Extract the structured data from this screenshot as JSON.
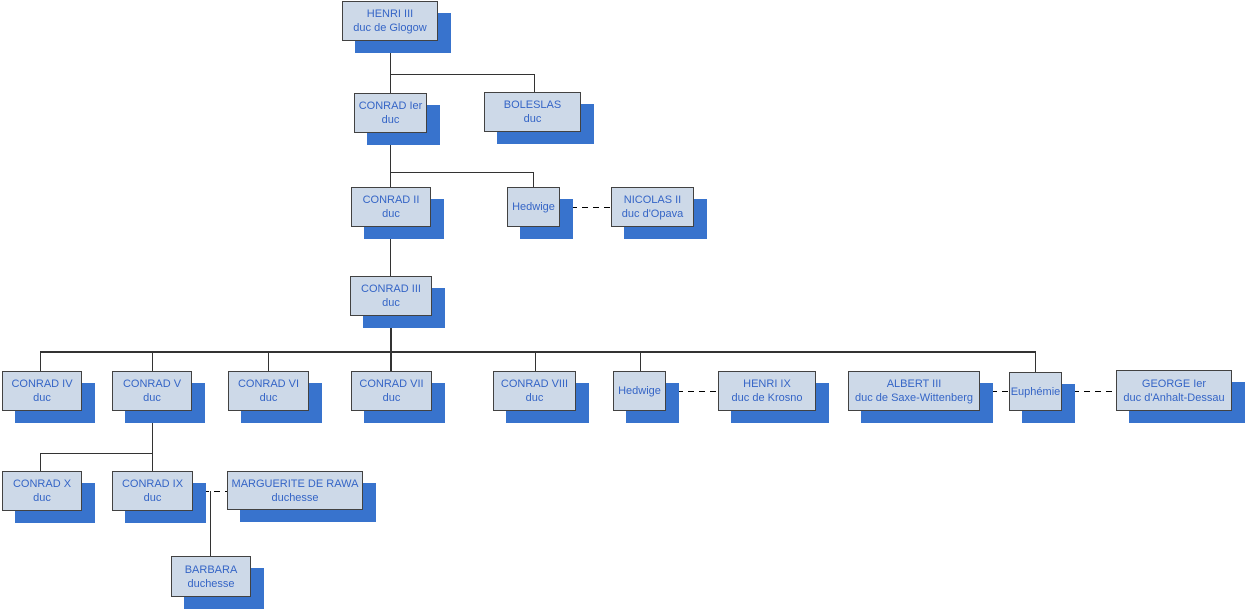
{
  "colors": {
    "box_fill": "#cdd9e8",
    "box_border": "#424242",
    "box_shadow": "#3873cd",
    "text_blue": "#3565c6",
    "line": "#333333"
  },
  "nodes": [
    {
      "id": "henri-iii",
      "name": "HENRI III",
      "title": "duc de Glogow"
    },
    {
      "id": "conrad-ier",
      "name": "CONRAD Ier",
      "title": "duc"
    },
    {
      "id": "boleslas",
      "name": "BOLESLAS",
      "title": "duc"
    },
    {
      "id": "conrad-ii",
      "name": "CONRAD II",
      "title": "duc"
    },
    {
      "id": "hedwige-1",
      "name": "Hedwige",
      "title": ""
    },
    {
      "id": "nicolas-ii",
      "name": "NICOLAS II",
      "title": "duc d'Opava"
    },
    {
      "id": "conrad-iii",
      "name": "CONRAD III",
      "title": "duc"
    },
    {
      "id": "conrad-iv",
      "name": "CONRAD IV",
      "title": "duc"
    },
    {
      "id": "conrad-v",
      "name": "CONRAD V",
      "title": "duc"
    },
    {
      "id": "conrad-vi",
      "name": "CONRAD VI",
      "title": "duc"
    },
    {
      "id": "conrad-vii",
      "name": "CONRAD VII",
      "title": "duc"
    },
    {
      "id": "conrad-viii",
      "name": "CONRAD VIII",
      "title": "duc"
    },
    {
      "id": "hedwige-2",
      "name": "Hedwige",
      "title": ""
    },
    {
      "id": "henri-ix",
      "name": "HENRI IX",
      "title": "duc de Krosno"
    },
    {
      "id": "albert-iii",
      "name": "ALBERT III",
      "title": "duc de Saxe-Wittenberg"
    },
    {
      "id": "euphemie",
      "name": "Euphémie",
      "title": ""
    },
    {
      "id": "george-ier",
      "name": "GEORGE Ier",
      "title": "duc d'Anhalt-Dessau"
    },
    {
      "id": "conrad-x",
      "name": "CONRAD X",
      "title": "duc"
    },
    {
      "id": "conrad-ix",
      "name": "CONRAD IX",
      "title": "duc"
    },
    {
      "id": "marguerite",
      "name": "MARGUERITE DE RAWA",
      "title": "duchesse"
    },
    {
      "id": "barbara",
      "name": "BARBARA",
      "title": "duchesse"
    }
  ],
  "relations": {
    "parent_child": [
      [
        "HENRI III",
        "CONRAD Ier"
      ],
      [
        "HENRI III",
        "BOLESLAS"
      ],
      [
        "CONRAD Ier",
        "CONRAD II"
      ],
      [
        "CONRAD Ier",
        "Hedwige (NICOLAS II)"
      ],
      [
        "CONRAD II",
        "CONRAD III"
      ],
      [
        "CONRAD III",
        "CONRAD IV"
      ],
      [
        "CONRAD III",
        "CONRAD V"
      ],
      [
        "CONRAD III",
        "CONRAD VI"
      ],
      [
        "CONRAD III",
        "CONRAD VII"
      ],
      [
        "CONRAD III",
        "CONRAD VIII"
      ],
      [
        "CONRAD III",
        "Hedwige (HENRI IX)"
      ],
      [
        "CONRAD III",
        "Euphémie"
      ],
      [
        "CONRAD V",
        "CONRAD X"
      ],
      [
        "CONRAD V",
        "CONRAD IX"
      ],
      [
        "CONRAD IX + MARGUERITE DE RAWA",
        "BARBARA"
      ]
    ],
    "marriages": [
      [
        "Hedwige",
        "NICOLAS II"
      ],
      [
        "Hedwige",
        "HENRI IX"
      ],
      [
        "ALBERT III",
        "Euphémie"
      ],
      [
        "Euphémie",
        "GEORGE Ier"
      ],
      [
        "CONRAD IX",
        "MARGUERITE DE RAWA"
      ]
    ]
  }
}
